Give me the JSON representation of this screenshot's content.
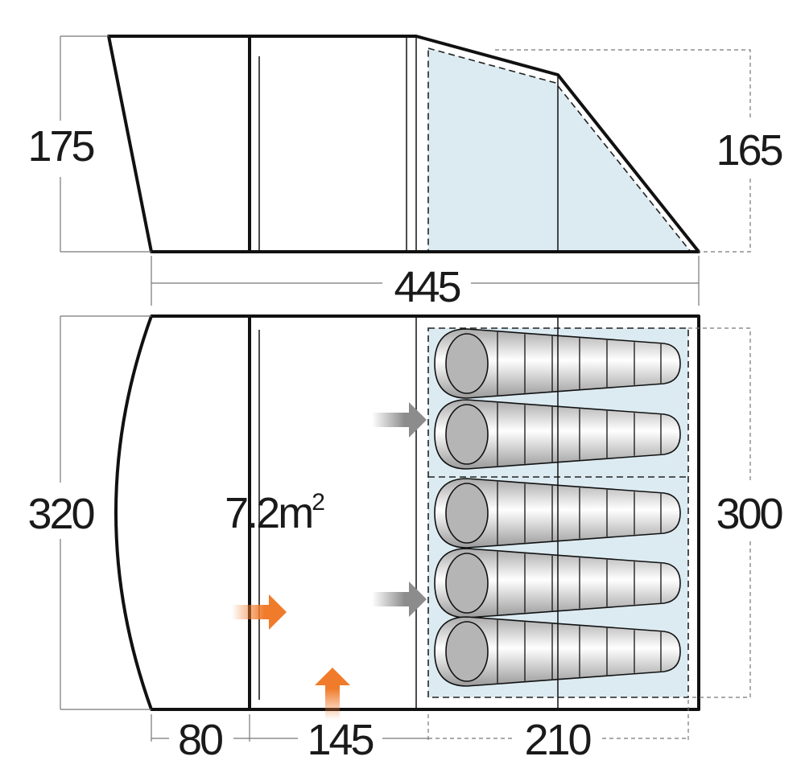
{
  "side_view": {
    "height_left": "175",
    "height_right": "165",
    "length": "445"
  },
  "floor_plan": {
    "width_left": "320",
    "width_right": "300",
    "area_label": "7.2m",
    "area_unit_sup": "2",
    "section_porch": "80",
    "section_living": "145",
    "section_bedroom": "210",
    "sleeping_bags": 5
  },
  "colors": {
    "bedroom_fill": "#dcebf2",
    "entry_arrow": "#f07b2b",
    "door_arrow": "#8c8c8c"
  }
}
